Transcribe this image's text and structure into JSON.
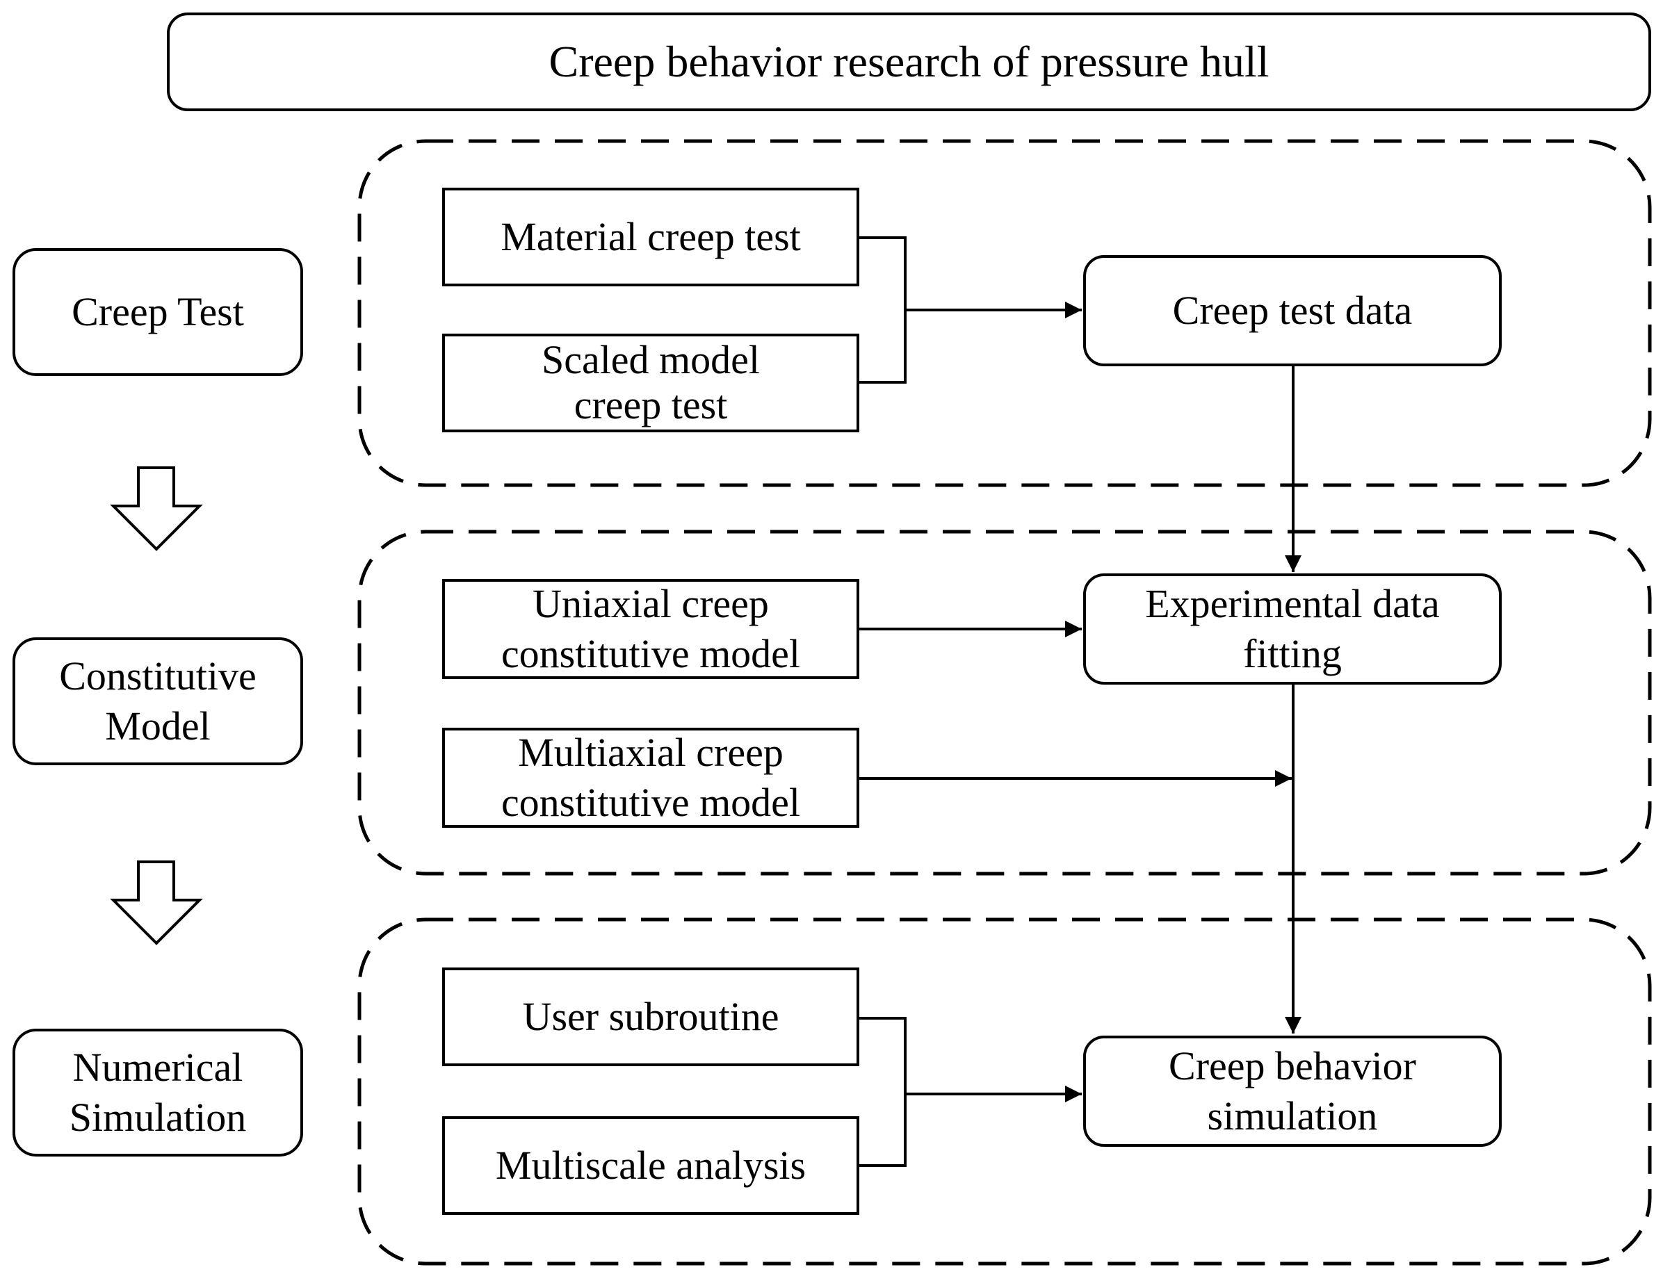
{
  "title": "Creep behavior research of pressure hull",
  "stages": {
    "creep_test": [
      "Creep Test"
    ],
    "constitutive_model": [
      "Constitutive",
      "Model"
    ],
    "numerical_simulation": [
      "Numerical",
      "Simulation"
    ]
  },
  "test_group": {
    "material_creep_test": [
      "Material creep test"
    ],
    "scaled_model_creep_test": [
      "Scaled model",
      "creep test"
    ],
    "creep_test_data": [
      "Creep test data"
    ]
  },
  "model_group": {
    "uniaxial": [
      "Uniaxial creep",
      "constitutive model"
    ],
    "multiaxial": [
      "Multiaxial creep",
      "constitutive model"
    ],
    "experimental_data_fitting": [
      "Experimental data",
      "fitting"
    ]
  },
  "simulation_group": {
    "user_subroutine": [
      "User subroutine"
    ],
    "multiscale_analysis": [
      "Multiscale analysis"
    ],
    "creep_behavior_simulation": [
      "Creep behavior",
      "simulation"
    ]
  }
}
